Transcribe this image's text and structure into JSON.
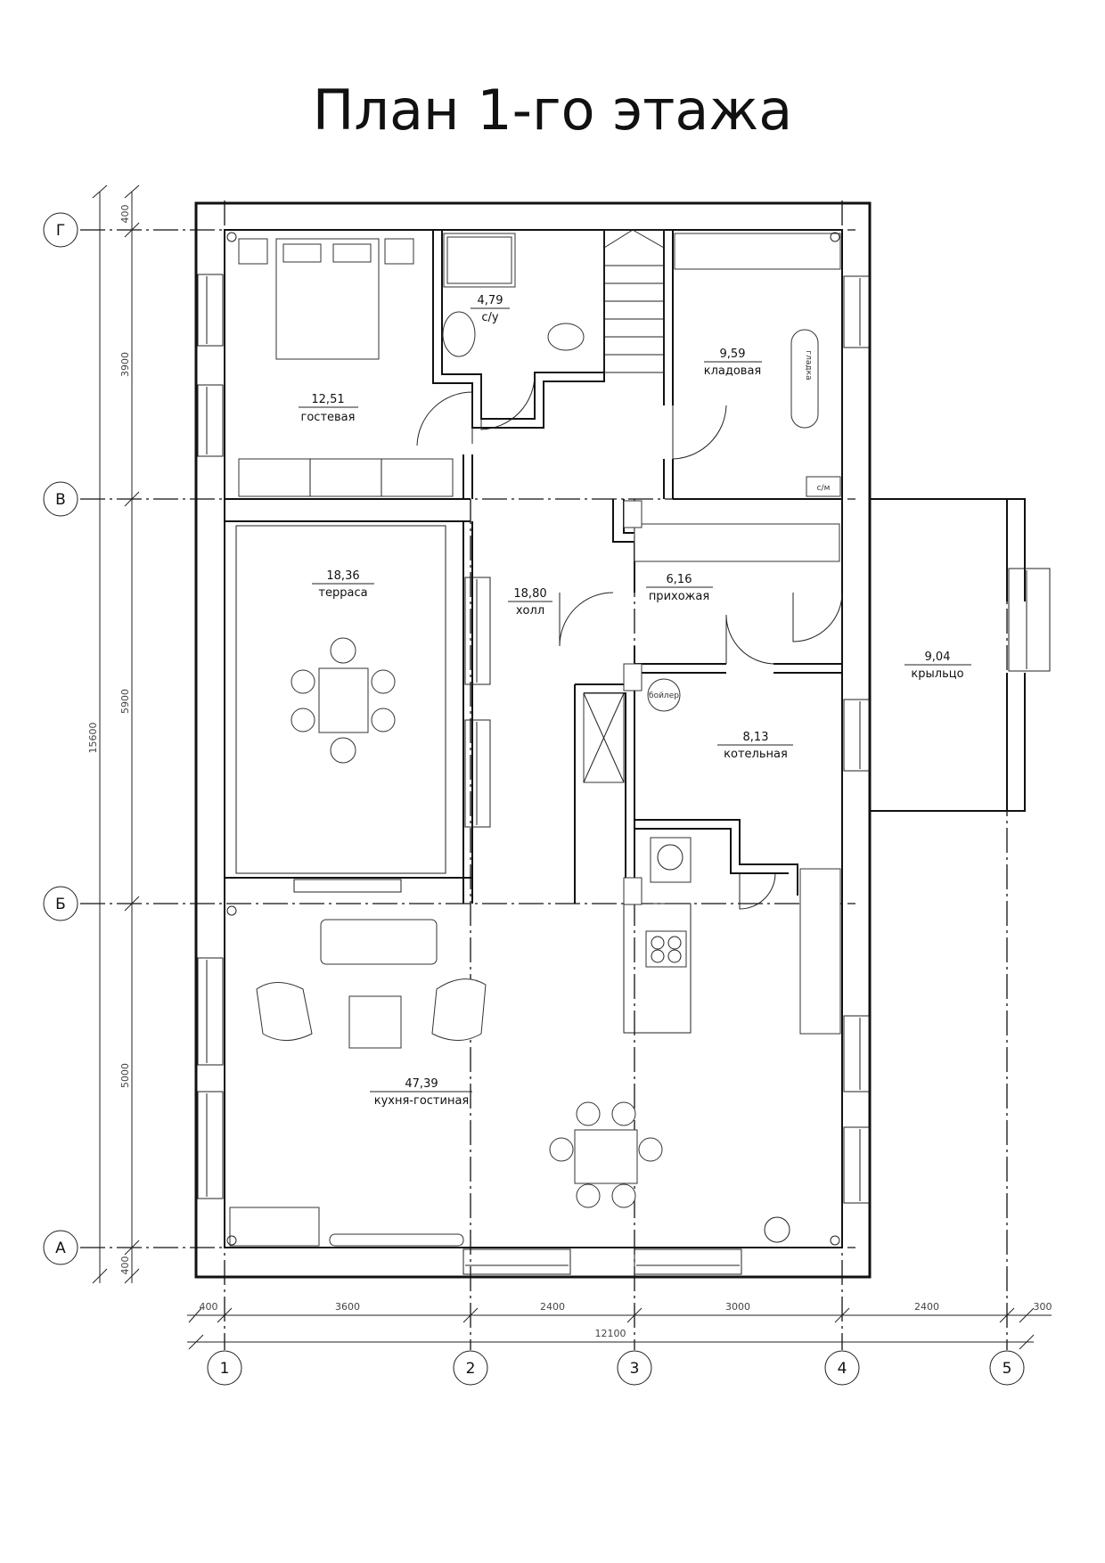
{
  "title": "План 1-го этажа",
  "rooms": {
    "guest": {
      "area": "12,51",
      "name": "гостевая"
    },
    "bath": {
      "area": "4,79",
      "name": "с/у"
    },
    "storage": {
      "area": "9,59",
      "name": "кладовая"
    },
    "terrace": {
      "area": "18,36",
      "name": "терраса"
    },
    "hall": {
      "area": "18,80",
      "name": "холл"
    },
    "entry": {
      "area": "6,16",
      "name": "прихожая"
    },
    "porch": {
      "area": "9,04",
      "name": "крыльцо"
    },
    "boiler_room": {
      "area": "8,13",
      "name": "котельная"
    },
    "kitchen": {
      "area": "47,39",
      "name": "кухня-гостиная"
    }
  },
  "labels": {
    "boiler": "бойлер",
    "ironing": "гладка",
    "washer": "с/м"
  },
  "axes": {
    "rows": [
      "Г",
      "В",
      "Б",
      "А"
    ],
    "cols": [
      "1",
      "2",
      "3",
      "4",
      "5"
    ]
  },
  "dims": {
    "horizontal": [
      "400",
      "3600",
      "2400",
      "3000",
      "2400",
      "300"
    ],
    "total_horizontal": "12100",
    "vertical": [
      "400",
      "3900",
      "5900",
      "5000",
      "400"
    ],
    "total_vertical": "15600"
  }
}
